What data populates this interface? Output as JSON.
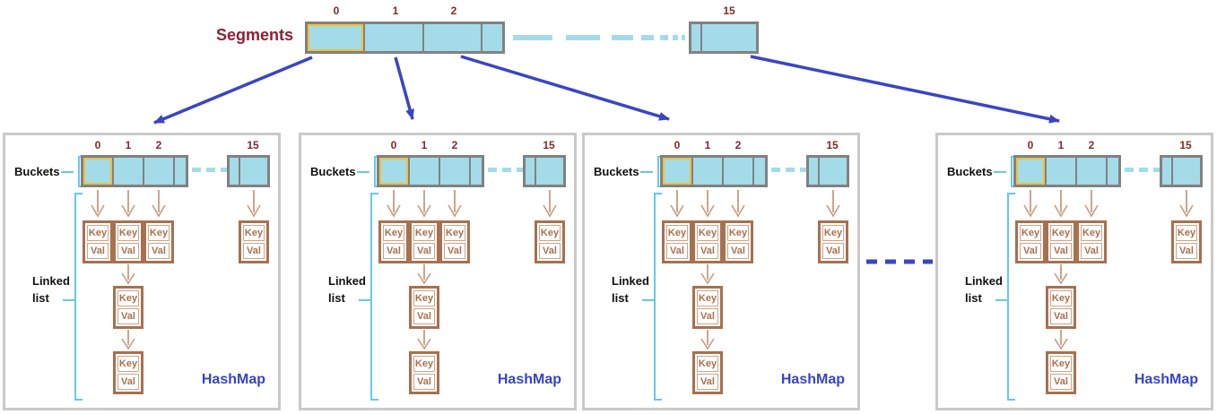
{
  "segments": {
    "label": "Segments",
    "indices": [
      "0",
      "1",
      "2",
      "15"
    ]
  },
  "panels": [
    {
      "buckets_label": "Buckets",
      "bucket_indices": [
        "0",
        "1",
        "2",
        "15"
      ],
      "linked_list_label": [
        "Linked",
        "list"
      ],
      "node_key_label": "Key",
      "node_val_label": "Val",
      "hashmap_label": "HashMap"
    },
    {
      "buckets_label": "Buckets",
      "bucket_indices": [
        "0",
        "1",
        "2",
        "15"
      ],
      "linked_list_label": [
        "Linked",
        "list"
      ],
      "node_key_label": "Key",
      "node_val_label": "Val",
      "hashmap_label": "HashMap"
    },
    {
      "buckets_label": "Buckets",
      "bucket_indices": [
        "0",
        "1",
        "2",
        "15"
      ],
      "linked_list_label": [
        "Linked",
        "list"
      ],
      "node_key_label": "Key",
      "node_val_label": "Val",
      "hashmap_label": "HashMap"
    },
    {
      "buckets_label": "Buckets",
      "bucket_indices": [
        "0",
        "1",
        "2",
        "15"
      ],
      "linked_list_label": [
        "Linked",
        "list"
      ],
      "node_key_label": "Key",
      "node_val_label": "Val",
      "hashmap_label": "HashMap"
    }
  ],
  "colors": {
    "cell_fill": "#A4DBE9",
    "cell_border": "#818181",
    "highlight": "#EFC13B",
    "index_text": "#7C2B2B",
    "segments_text": "#8B2033",
    "arrow_blue": "#3A45C3",
    "node_brown": "#A8704E",
    "arrow_tan": "#C79B80",
    "bracket_blue": "#66C7EB",
    "hashmap_text": "#3743CB",
    "panel_border": "#C9C9C9"
  }
}
